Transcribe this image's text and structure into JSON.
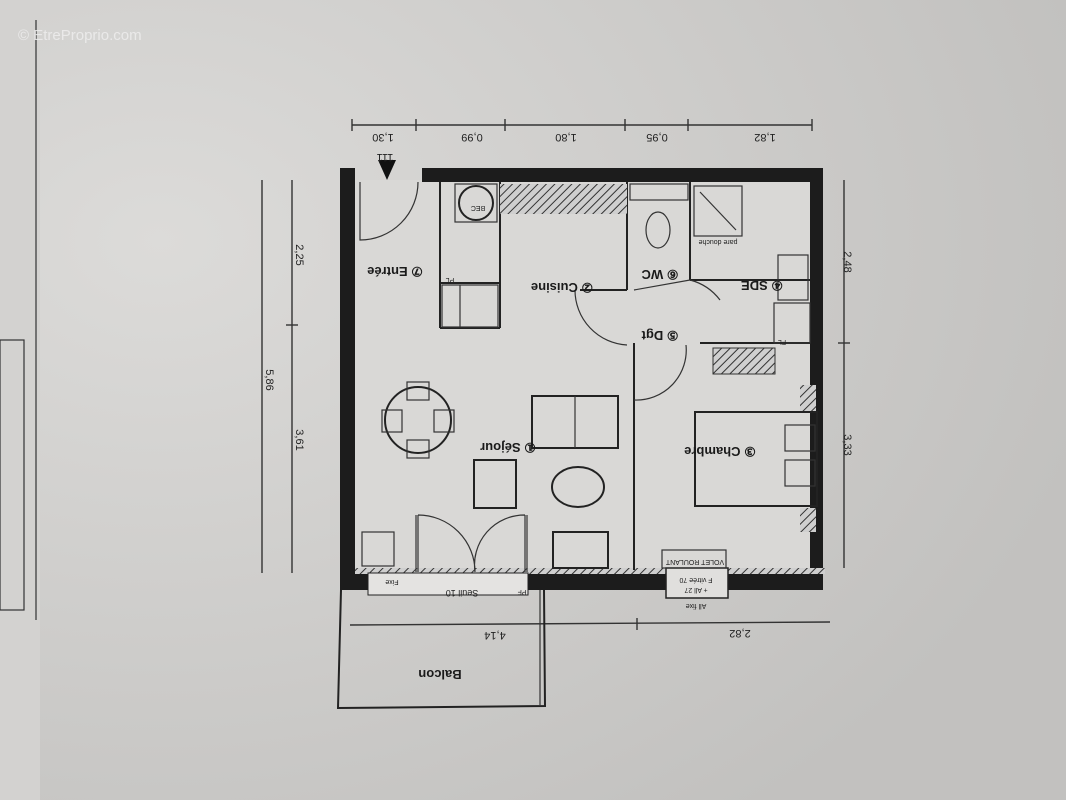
{
  "watermark": "© EtreProprio.com",
  "rooms": [
    {
      "id": "sejour",
      "label": "① Séjour"
    },
    {
      "id": "cuisine",
      "label": "② Cuisine"
    },
    {
      "id": "chambre",
      "label": "③ Chambre"
    },
    {
      "id": "sde",
      "label": "④ SDE"
    },
    {
      "id": "dgt",
      "label": "⑤ Dgt"
    },
    {
      "id": "wc",
      "label": "⑥ WC"
    },
    {
      "id": "entree",
      "label": "⑦ Entrée"
    },
    {
      "id": "balcon",
      "label": "Balcon"
    }
  ],
  "dimensions": {
    "top": [
      "1,30",
      "0,99",
      "1,80",
      "0,95",
      "1,82"
    ],
    "left_total": "5,86",
    "left": [
      "2,25",
      "3,61"
    ],
    "right": [
      "2,48",
      "3,33"
    ],
    "bottom": [
      "4,14",
      "2,82"
    ]
  },
  "annotations": {
    "entry_number": "111",
    "bec": "BEC",
    "pl": "PL",
    "fl": "FL",
    "fixe": "Fixe",
    "seuil": "Seuil 10",
    "pf": "PF",
    "volet": "VOLET ROULANT",
    "window_line1": "F vitrée 70",
    "window_line2": "+ All 27",
    "all_fixe": "All fixe",
    "pare_douche": "pare douche"
  }
}
